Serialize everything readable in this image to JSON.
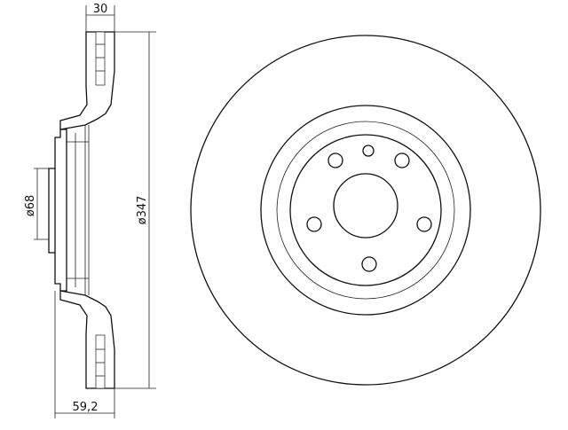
{
  "dimensions": {
    "rotor_thickness": "30",
    "outer_diameter": "ø347",
    "center_bore": "ø68",
    "overall_height": "59,2"
  },
  "hub": {
    "bolt_holes": 5,
    "locating_pin_holes": 1
  },
  "colors": {
    "line": "#111111",
    "background": "#ffffff"
  }
}
